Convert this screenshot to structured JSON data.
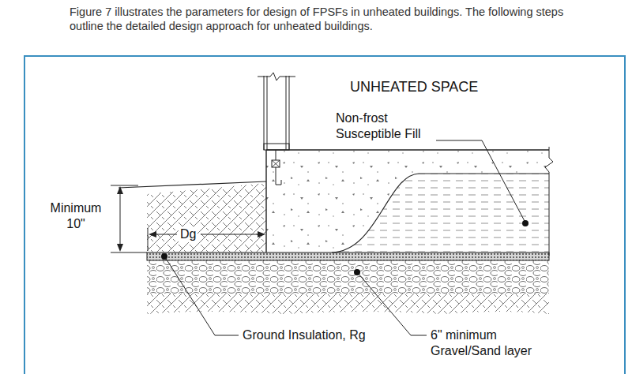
{
  "diagram": {
    "labels": [
      "Figure 7 illustrates the parameters for design of FPSFs in unheated buildings. The following steps outline the detailed design approach for unheated buildings.",
      "UNHEATED SPACE",
      "Non-frost Susceptible Fill",
      "Minimum 10\"",
      "Dg",
      "Ground Insulation, Rg",
      "6\" minimum Gravel/Sand layer"
    ]
  }
}
